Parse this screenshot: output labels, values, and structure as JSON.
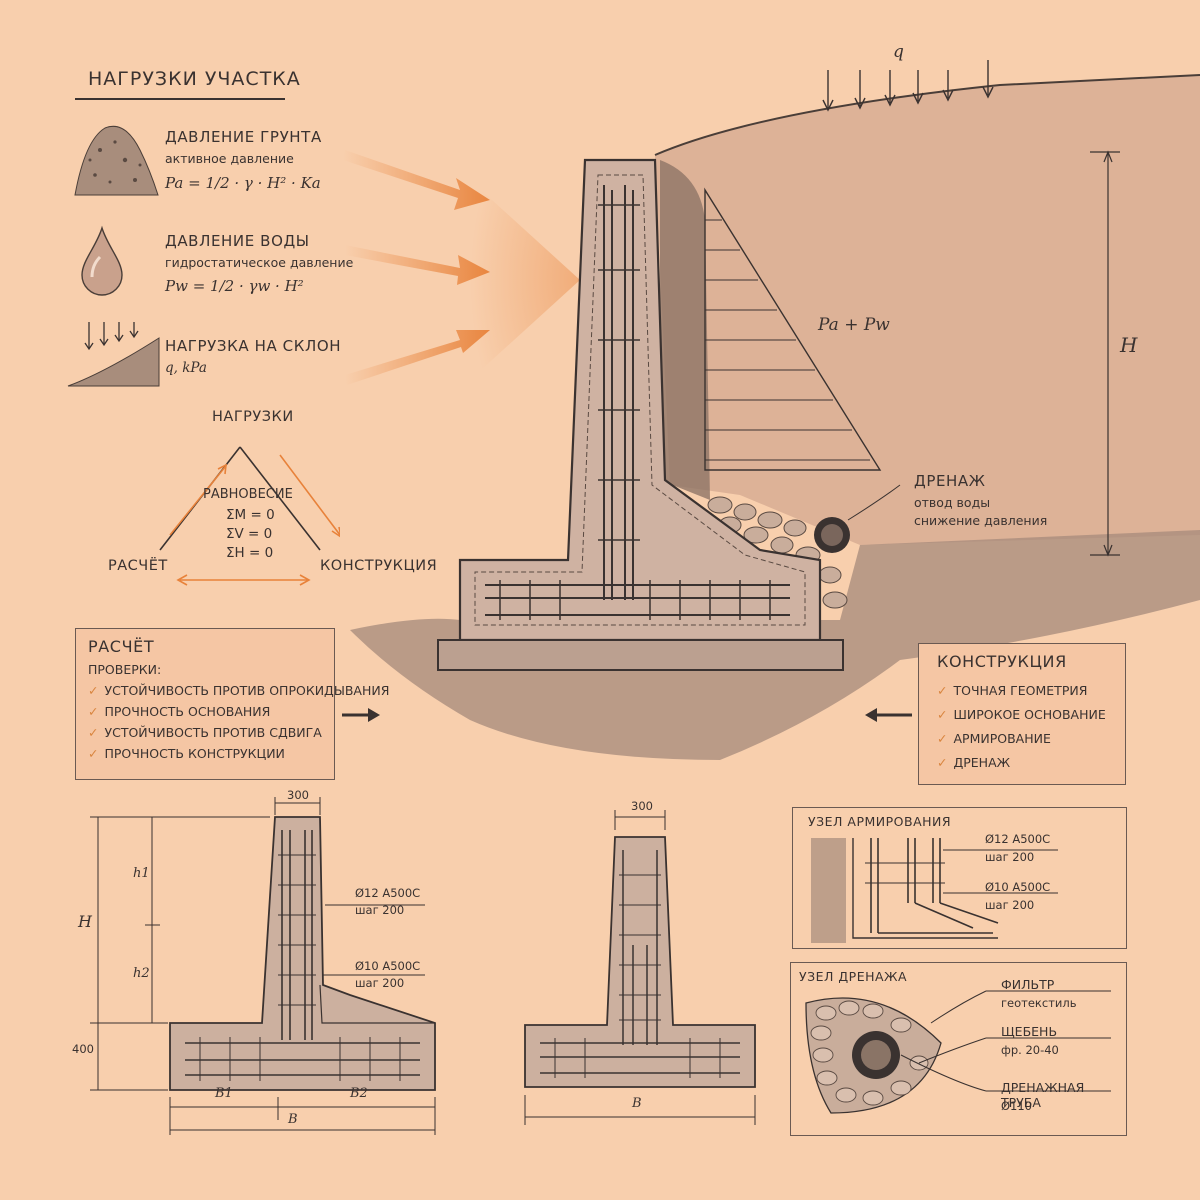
{
  "title": "НАГРУЗКИ УЧАСТКА",
  "loads": [
    {
      "heading": "ДАВЛЕНИЕ ГРУНТА",
      "sub": "активное давление",
      "formula": "Pa = 1/2 · γ · H² · Ka"
    },
    {
      "heading": "ДАВЛЕНИЕ ВОДЫ",
      "sub": "гидростатическое давление",
      "formula": "Pw = 1/2 · γw · H²"
    },
    {
      "heading": "НАГРУЗКА НА СКЛОН",
      "sub": "q, kPa"
    }
  ],
  "triangle": {
    "top": "НАГРУЗКИ",
    "left": "РАСЧЁТ",
    "right": "КОНСТРУКЦИЯ",
    "center_title": "РАВНОВЕСИЕ",
    "equations": [
      "ΣM = 0",
      "ΣV = 0",
      "ΣH = 0"
    ]
  },
  "main": {
    "q_label": "q",
    "H_label": "H",
    "pressure_label": "Pa + Pw",
    "drainage": {
      "title": "ДРЕНАЖ",
      "lines": [
        "отвод воды",
        "снижение давления"
      ]
    }
  },
  "calc_box": {
    "title": "РАСЧЁТ",
    "subtitle": "ПРОВЕРКИ:",
    "items": [
      "УСТОЙЧИВОСТЬ ПРОТИВ ОПРОКИДЫВАНИЯ",
      "ПРОЧНОСТЬ ОСНОВАНИЯ",
      "УСТОЙЧИВОСТЬ ПРОТИВ СДВИГА",
      "ПРОЧНОСТЬ КОНСТРУКЦИИ"
    ]
  },
  "constr_box": {
    "title": "КОНСТРУКЦИЯ",
    "items": [
      "ТОЧНАЯ ГЕОМЕТРИЯ",
      "ШИРОКОЕ ОСНОВАНИЕ",
      "АРМИРОВАНИЕ",
      "ДРЕНАЖ"
    ]
  },
  "section1": {
    "top_dim": "300",
    "H": "H",
    "h1": "h1",
    "h2": "h2",
    "base_dim": "400",
    "b1": "B1",
    "b2": "B2",
    "b": "B",
    "rebar1": {
      "label": "Ø12 А500С",
      "step": "шаг 200"
    },
    "rebar2": {
      "label": "Ø10 А500С",
      "step": "шаг 200"
    }
  },
  "section2": {
    "top_dim": "300",
    "b": "B"
  },
  "detail_rebar": {
    "title": "УЗЕЛ АРМИРОВАНИЯ",
    "rebar1": {
      "label": "Ø12 А500С",
      "step": "шаг 200"
    },
    "rebar2": {
      "label": "Ø10 А500С",
      "step": "шаг 200"
    }
  },
  "detail_drain": {
    "title": "УЗЕЛ ДРЕНАЖА",
    "items": [
      {
        "label": "ФИЛЬТР",
        "sub": "геотекстиль"
      },
      {
        "label": "ЩЕБЕНЬ",
        "sub": "фр. 20-40"
      },
      {
        "label": "ДРЕНАЖНАЯ ТРУБА",
        "sub": "Ø110"
      }
    ]
  },
  "colors": {
    "background": "#f8cfad",
    "accent": "#e8823a",
    "ink": "#3a3230"
  }
}
